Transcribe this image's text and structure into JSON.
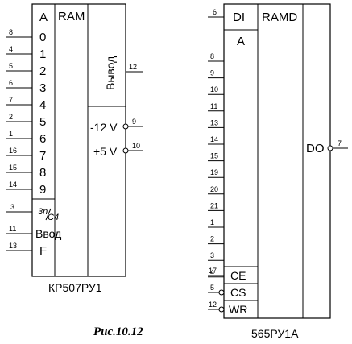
{
  "chip1": {
    "name": "КР507РУ1",
    "function": "RAM",
    "address_label": "A",
    "address_bits": [
      "0",
      "1",
      "2",
      "3",
      "4",
      "5",
      "6",
      "7",
      "8",
      "9"
    ],
    "address_pins": [
      "8",
      "4",
      "5",
      "6",
      "7",
      "2",
      "1",
      "16",
      "15",
      "14"
    ],
    "control_sym": "3n/C4",
    "control_sym_top": "3n",
    "control_sym_bottom": "C4",
    "control_pin": "3",
    "input_label": "Ввод",
    "input_pin": "11",
    "f_label": "F",
    "f_pin": "13",
    "output_label": "Вывод",
    "output_pin": "12",
    "vneg_label": "-12 V",
    "vneg_pin": "9",
    "vpos_label": "+5 V",
    "vpos_pin": "10"
  },
  "chip2": {
    "name": "565РУ1А",
    "function": "RAMD",
    "di_label": "DI",
    "di_pin": "6",
    "address_label": "A",
    "address_pins": [
      "8",
      "9",
      "10",
      "11",
      "13",
      "14",
      "15",
      "19",
      "20",
      "21",
      "1",
      "2",
      "3",
      "4"
    ],
    "ce_label": "CE",
    "ce_pin": "17",
    "cs_label": "CS",
    "cs_pin": "5",
    "wr_label": "WR",
    "wr_pin": "12",
    "do_label": "DO",
    "do_pin": "7"
  },
  "figure_caption": "Рис.10.12"
}
